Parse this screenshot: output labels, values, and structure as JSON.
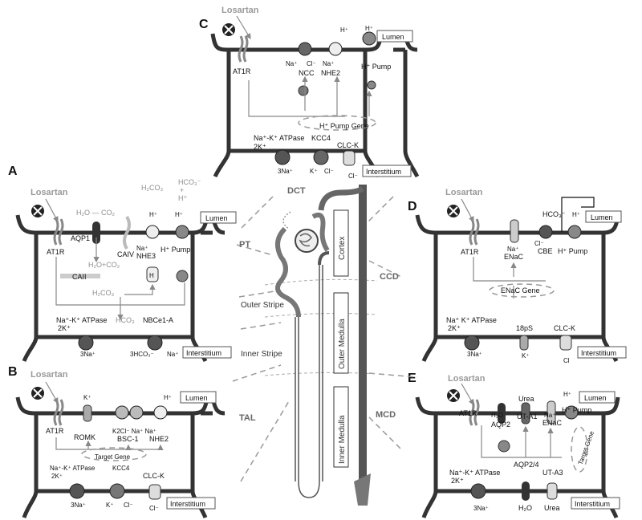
{
  "panels": {
    "A": {
      "letter": "A",
      "drug": "Losartan",
      "receptor": "AT1R",
      "lumen": "Lumen",
      "interstitium": "Interstitium",
      "h2co3_top": "H₂CO₃",
      "hco3_top": "HCO₃⁻",
      "plus": "+",
      "h_top": "H⁺",
      "h2o_co2": "H₂O — CO₂",
      "aqp1": "AQP1",
      "caiv": "CAIV",
      "h1": "H⁺",
      "h2": "H⁺",
      "na": "Na⁺",
      "nhe3": "NHE3",
      "hpump": "H⁺ Pump",
      "h2o_co2_in": "H₂O+CO₂",
      "caii": "CAII",
      "h2co3_in": "H₂CO₃",
      "h_in": "H",
      "atpase": "Na⁺-K⁺ ATPase",
      "twok": "2K⁺",
      "hco3_in": "HCO₃",
      "nbce": "NBCe1-A",
      "threena": "3Na⁺",
      "threehco3": "3HCO₃⁻",
      "na_out": "Na⁺"
    },
    "B": {
      "letter": "B",
      "drug": "Losartan",
      "receptor": "AT1R",
      "lumen": "Lumen",
      "interstitium": "Interstitium",
      "k": "K⁺",
      "romk": "ROMK",
      "bsc_ions": "K2Cl⁻ Na⁺ Na⁺",
      "bsc": "BSC-1",
      "h": "H⁺",
      "nhe2": "NHE2",
      "gene": "Target Gene",
      "atpase": "Na⁺-K⁺ ATPase",
      "twok": "2K⁺",
      "kcc4": "KCC4",
      "clck": "CLC-K",
      "threena": "3Na⁺",
      "kout": "K⁺",
      "clout": "Cl⁻",
      "clout2": "Cl⁻"
    },
    "C": {
      "letter": "C",
      "drug": "Losartan",
      "receptor": "AT1R",
      "lumen": "Lumen",
      "interstitium": "Interstitium",
      "na": "Na⁺",
      "cl": "Cl⁻",
      "ncc": "NCC",
      "na2": "Na⁺",
      "nhe2": "NHE2",
      "h1": "H⁺",
      "h2": "H⁺",
      "hpump": "H⁺ Pump",
      "gene": "H⁺ Pump Gene",
      "atpase": "Na⁺-K⁺ ATPase",
      "twok": "2K⁺",
      "kcc4": "KCC4",
      "clck": "CLC-K",
      "threena": "3Na⁺",
      "kout": "K⁺",
      "clout": "Cl⁻",
      "clout2": "Cl⁻"
    },
    "D": {
      "letter": "D",
      "drug": "Losartan",
      "receptor": "AT1R",
      "lumen": "Lumen",
      "interstitium": "Interstitium",
      "hco3": "HCO₃⁻",
      "h": "H⁺",
      "na": "Na⁺",
      "enac": "ENaC",
      "cl": "Cl⁻",
      "cbe": "CBE",
      "hpump": "H⁺ Pump",
      "gene": "ENaC Gene",
      "atpase": "Na⁺ K⁺ ATPase",
      "twok": "2K⁺",
      "pS": "18pS",
      "clck": "CLC-K",
      "threena": "3Na⁺",
      "kout": "K⁺",
      "clout": "Cl"
    },
    "E": {
      "letter": "E",
      "drug": "Losartan",
      "receptor": "AT1R",
      "lumen": "Lumen",
      "interstitium": "Interstitium",
      "h2o": "H₂O",
      "aqp2": "AQP2",
      "urea": "Urea",
      "uta1": "UT-A1",
      "na": "Na⁺",
      "enac": "ENaC",
      "h": "H⁺",
      "hpump": "H⁺ Pump",
      "gene": "Target Gene",
      "atpase": "Na⁺-K⁺ ATPase",
      "twok": "2K⁺",
      "aqp24": "AQP2/4",
      "uta3": "UT-A3",
      "threena": "3Na⁺",
      "h2o_out": "H₂O",
      "urea_out": "Urea"
    }
  },
  "nephron": {
    "pt": "PT",
    "dct": "DCT",
    "ccd": "CCD",
    "tal": "TAL",
    "mcd": "MCD",
    "cortex": "Cortex",
    "outer_medulla": "Outer Medulla",
    "inner_medulla": "Inner Medulla",
    "outer_stripe": "Outer Stripe",
    "inner_stripe": "Inner Stripe"
  }
}
